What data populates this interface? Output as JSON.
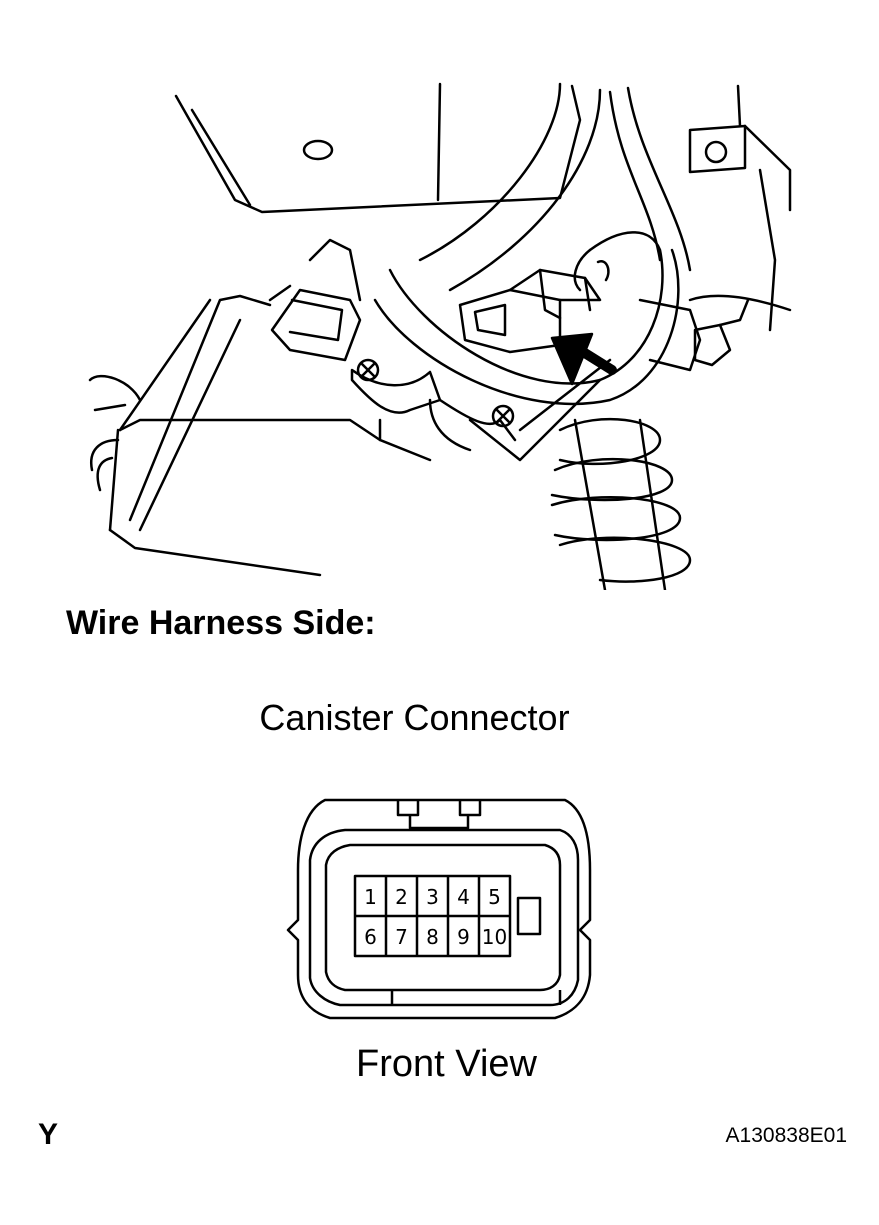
{
  "heading": "Wire Harness Side:",
  "connector": {
    "name": "Canister Connector",
    "view": "Front View",
    "pins_top": [
      "1",
      "2",
      "3",
      "4",
      "5"
    ],
    "pins_bottom": [
      "6",
      "7",
      "8",
      "9",
      "10"
    ]
  },
  "corner_mark": "Y",
  "figure_code": "A130838E01"
}
